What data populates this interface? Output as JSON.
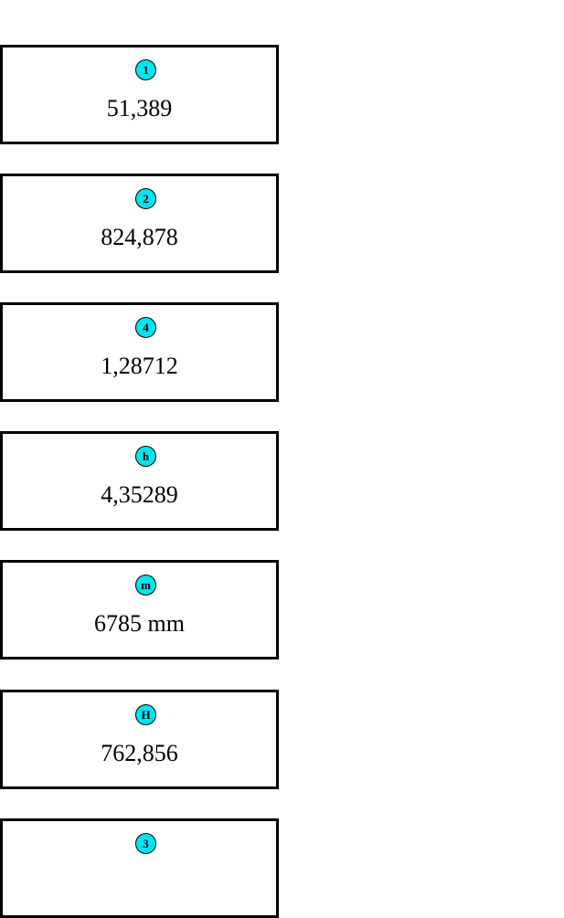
{
  "colors": {
    "badge_fill": "#00e5ee",
    "border": "#000000",
    "background": "#ffffff"
  },
  "boxes": [
    {
      "label": "1",
      "value": "51,389"
    },
    {
      "label": "2",
      "value": "824,878"
    },
    {
      "label": "4",
      "value": "1,28712"
    },
    {
      "label": "h",
      "value": "4,35289"
    },
    {
      "label": "m",
      "value": "6785 mm"
    },
    {
      "label": "H",
      "value": "762,856"
    },
    {
      "label": "3",
      "value": ""
    }
  ]
}
